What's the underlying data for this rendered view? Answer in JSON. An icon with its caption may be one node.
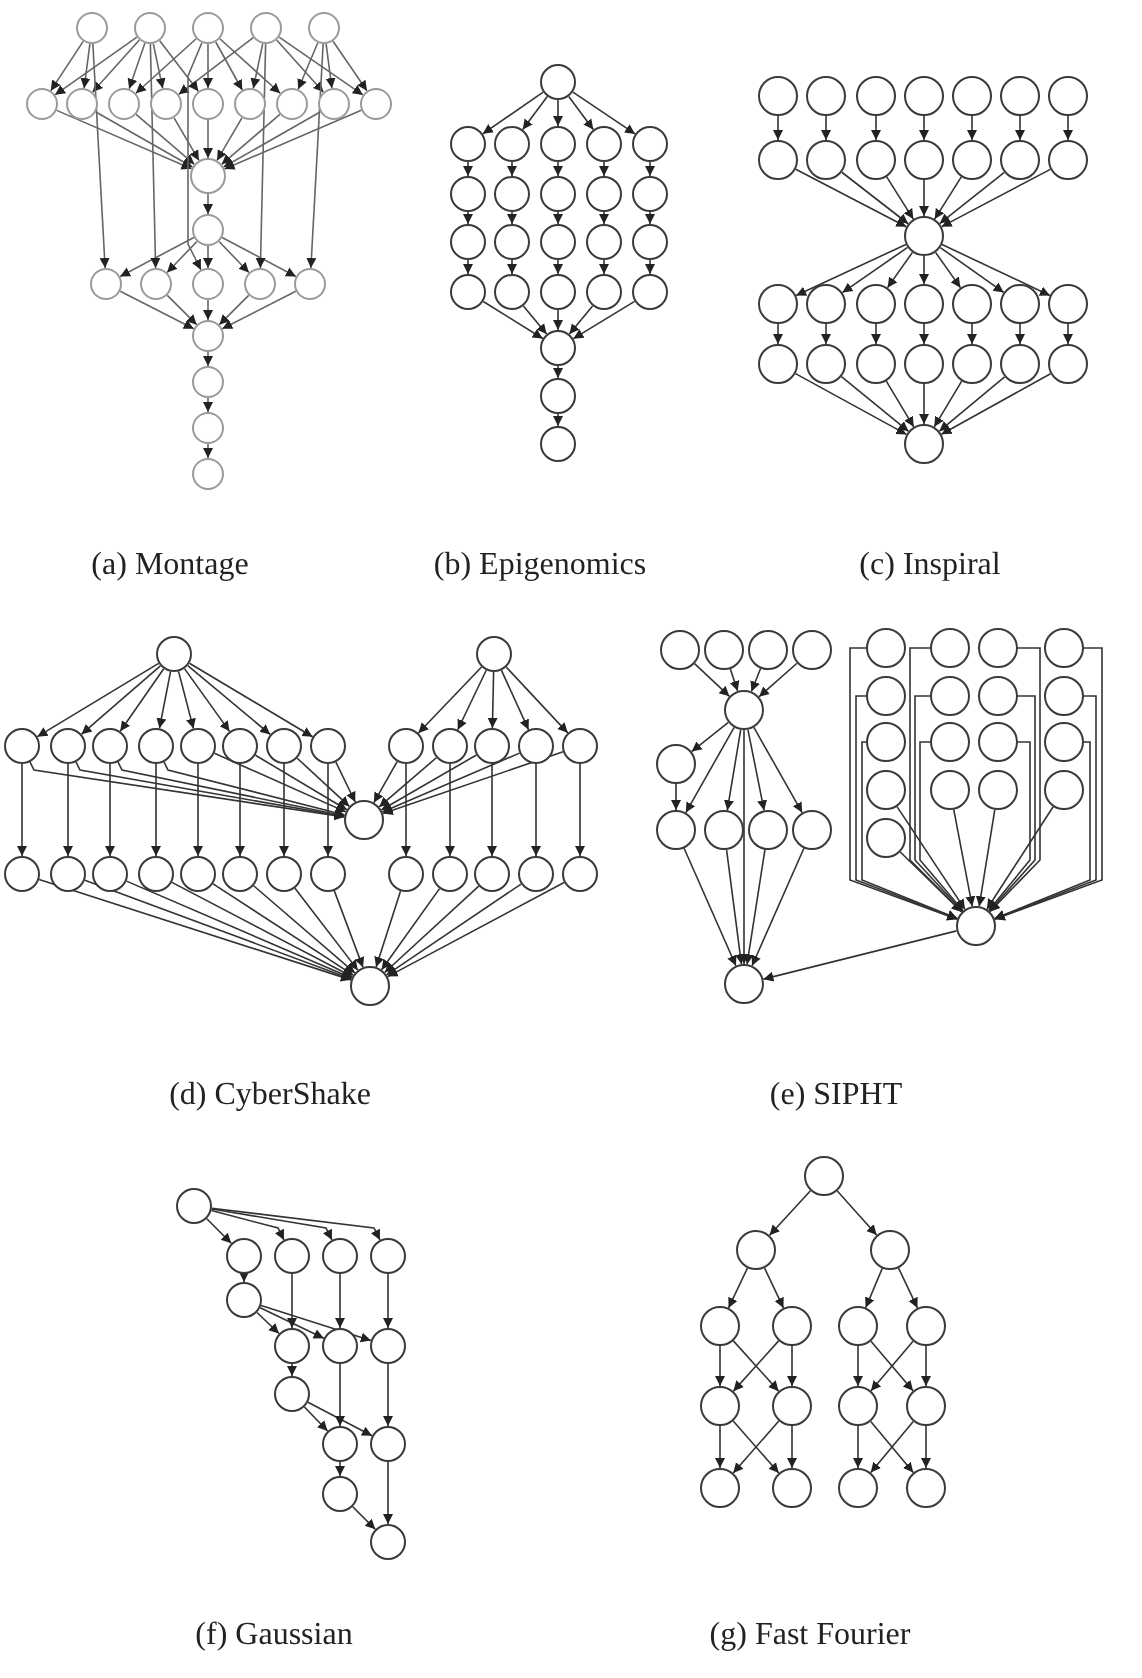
{
  "diagram": {
    "nodes": [
      {
        "text": [],
        "shape": "circle"
      },
      {
        "text": [],
        "shape": "circle"
      },
      {
        "text": [],
        "shape": "circle"
      },
      {
        "text": [],
        "shape": "circle"
      },
      {
        "text": [],
        "shape": "circle"
      },
      {
        "text": [],
        "shape": "circle"
      },
      {
        "text": [],
        "shape": "circle"
      },
      {
        "text": [],
        "shape": "circle"
      },
      {
        "text": [],
        "shape": "circle"
      },
      {
        "text": [],
        "shape": "circle"
      },
      {
        "text": [],
        "shape": "circle"
      },
      {
        "text": [],
        "shape": "circle"
      },
      {
        "text": [],
        "shape": "circle"
      },
      {
        "text": [],
        "shape": "circle"
      },
      {
        "text": [],
        "shape": "circle"
      },
      {
        "text": [],
        "shape": "circle"
      },
      {
        "text": [],
        "shape": "circle"
      },
      {
        "text": [],
        "shape": "circle"
      },
      {
        "text": [],
        "shape": "circle"
      },
      {
        "text": [],
        "shape": "circle"
      },
      {
        "text": [],
        "shape": "circle"
      },
      {
        "text": [],
        "shape": "circle"
      },
      {
        "text": [],
        "shape": "circle"
      },
      {
        "text": [],
        "shape": "circle"
      },
      {
        "text": [],
        "shape": "circle"
      },
      {
        "text": [],
        "shape": "circle"
      },
      {
        "text": [],
        "shape": "circle"
      },
      {
        "text": [],
        "shape": "circle"
      },
      {
        "text": [],
        "shape": "circle"
      },
      {
        "text": [],
        "shape": "circle"
      },
      {
        "text": [],
        "shape": "circle"
      },
      {
        "text": [],
        "shape": "circle"
      },
      {
        "text": [],
        "shape": "circle"
      },
      {
        "text": [],
        "shape": "circle"
      },
      {
        "text": [],
        "shape": "circle"
      },
      {
        "text": [],
        "shape": "circle"
      },
      {
        "text": [],
        "shape": "circle"
      },
      {
        "text": [],
        "shape": "circle"
      },
      {
        "text": [],
        "shape": "circle"
      },
      {
        "text": [],
        "shape": "circle"
      },
      {
        "text": [],
        "shape": "circle"
      },
      {
        "text": [],
        "shape": "circle"
      },
      {
        "text": [],
        "shape": "circle"
      },
      {
        "text": [],
        "shape": "circle"
      },
      {
        "text": [],
        "shape": "circle"
      },
      {
        "text": [],
        "shape": "circle"
      },
      {
        "text": [],
        "shape": "circle"
      },
      {
        "text": [],
        "shape": "circle"
      },
      {
        "text": [],
        "shape": "circle"
      },
      {
        "text": [],
        "shape": "circle"
      },
      {
        "text": [],
        "shape": "circle"
      },
      {
        "text": [],
        "shape": "circle"
      },
      {
        "text": [],
        "shape": "circle"
      },
      {
        "text": [],
        "shape": "circle"
      },
      {
        "text": [],
        "shape": "circle"
      },
      {
        "text": [],
        "shape": "circle"
      },
      {
        "text": [],
        "shape": "circle"
      },
      {
        "text": [],
        "shape": "circle"
      },
      {
        "text": [],
        "shape": "circle"
      },
      {
        "text": [],
        "shape": "circle"
      },
      {
        "text": [],
        "shape": "circle"
      },
      {
        "text": [],
        "shape": "circle"
      },
      {
        "text": [],
        "shape": "circle"
      },
      {
        "text": [],
        "shape": "circle"
      },
      {
        "text": [],
        "shape": "circle"
      },
      {
        "text": [],
        "shape": "circle"
      },
      {
        "text": [],
        "shape": "circle"
      },
      {
        "text": [],
        "shape": "circle"
      },
      {
        "text": [],
        "shape": "circle"
      },
      {
        "text": [],
        "shape": "circle"
      },
      {
        "text": [],
        "shape": "circle"
      },
      {
        "text": [],
        "shape": "circle"
      },
      {
        "text": [],
        "shape": "circle"
      },
      {
        "text": [],
        "shape": "circle"
      },
      {
        "text": [],
        "shape": "circle"
      },
      {
        "text": [],
        "shape": "circle"
      },
      {
        "text": [],
        "shape": "circle"
      },
      {
        "text": [],
        "shape": "circle"
      },
      {
        "text": [],
        "shape": "circle"
      },
      {
        "text": [],
        "shape": "circle"
      },
      {
        "text": [],
        "shape": "circle"
      },
      {
        "text": [],
        "shape": "circle"
      },
      {
        "text": [],
        "shape": "circle"
      },
      {
        "text": [],
        "shape": "circle"
      },
      {
        "text": [],
        "shape": "circle"
      },
      {
        "text": [],
        "shape": "circle"
      },
      {
        "text": [],
        "shape": "circle"
      },
      {
        "text": [],
        "shape": "circle"
      },
      {
        "text": [],
        "shape": "circle"
      },
      {
        "text": [],
        "shape": "circle"
      },
      {
        "text": [],
        "shape": "circle"
      },
      {
        "text": [],
        "shape": "circle"
      },
      {
        "text": [],
        "shape": "circle"
      },
      {
        "text": [],
        "shape": "circle"
      },
      {
        "text": [],
        "shape": "circle"
      },
      {
        "text": [],
        "shape": "circle"
      },
      {
        "text": [],
        "shape": "circle"
      },
      {
        "text": [],
        "shape": "circle"
      },
      {
        "text": [],
        "shape": "circle"
      },
      {
        "text": [],
        "shape": "circle"
      },
      {
        "text": [],
        "shape": "circle"
      },
      {
        "text": [],
        "shape": "circle"
      },
      {
        "text": [],
        "shape": "circle"
      },
      {
        "text": [],
        "shape": "circle"
      },
      {
        "text": [],
        "shape": "circle"
      },
      {
        "text": [],
        "shape": "circle"
      },
      {
        "text": [],
        "shape": "circle"
      },
      {
        "text": [],
        "shape": "circle"
      },
      {
        "text": [],
        "shape": "circle"
      },
      {
        "text": [],
        "shape": "circle"
      },
      {
        "text": [],
        "shape": "circle"
      },
      {
        "text": [],
        "shape": "circle"
      },
      {
        "text": [],
        "shape": "circle"
      },
      {
        "text": [],
        "shape": "circle"
      },
      {
        "text": [],
        "shape": "circle"
      },
      {
        "text": [],
        "shape": "circle"
      },
      {
        "text": [],
        "shape": "circle"
      },
      {
        "text": [],
        "shape": "circle"
      },
      {
        "text": [],
        "shape": "circle"
      },
      {
        "text": [],
        "shape": "circle"
      },
      {
        "text": [],
        "shape": "circle"
      },
      {
        "text": [],
        "shape": "circle"
      },
      {
        "text": [],
        "shape": "circle"
      },
      {
        "text": [],
        "shape": "circle"
      },
      {
        "text": [],
        "shape": "circle"
      },
      {
        "text": [],
        "shape": "circle"
      },
      {
        "text": [],
        "shape": "circle"
      },
      {
        "text": [],
        "shape": "circle"
      },
      {
        "text": [],
        "shape": "circle"
      },
      {
        "text": [],
        "shape": "circle"
      },
      {
        "text": [],
        "shape": "circle"
      },
      {
        "text": [],
        "shape": "circle"
      },
      {
        "text": [],
        "shape": "circle"
      },
      {
        "text": [],
        "shape": "circle"
      },
      {
        "text": [],
        "shape": "circle"
      },
      {
        "text": [],
        "shape": "circle"
      },
      {
        "text": [],
        "shape": "circle"
      },
      {
        "text": [],
        "shape": "circle"
      },
      {
        "text": [],
        "shape": "circle"
      },
      {
        "text": [],
        "shape": "circle"
      },
      {
        "text": [],
        "shape": "circle"
      },
      {
        "text": [],
        "shape": "circle"
      },
      {
        "text": [],
        "shape": "circle"
      },
      {
        "text": [],
        "shape": "circle"
      },
      {
        "text": [],
        "shape": "circle"
      },
      {
        "text": [],
        "shape": "circle"
      },
      {
        "text": [],
        "shape": "circle"
      },
      {
        "text": [],
        "shape": "circle"
      },
      {
        "text": [],
        "shape": "circle"
      },
      {
        "text": [],
        "shape": "circle"
      },
      {
        "text": [],
        "shape": "circle"
      },
      {
        "text": [],
        "shape": "circle"
      },
      {
        "text": [],
        "shape": "circle"
      },
      {
        "text": [],
        "shape": "circle"
      },
      {
        "text": [],
        "shape": "circle"
      },
      {
        "text": [],
        "shape": "circle"
      },
      {
        "text": [],
        "shape": "circle"
      },
      {
        "text": [],
        "shape": "circle"
      },
      {
        "text": [],
        "shape": "circle"
      },
      {
        "text": [],
        "shape": "circle"
      },
      {
        "text": [],
        "shape": "circle"
      },
      {
        "text": [],
        "shape": "circle"
      },
      {
        "text": [],
        "shape": "circle"
      },
      {
        "text": [],
        "shape": "circle"
      },
      {
        "text": [],
        "shape": "circle"
      },
      {
        "text": [],
        "shape": "circle"
      },
      {
        "text": [],
        "shape": "circle"
      }
    ],
    "edges": [
      {
        "from": 0,
        "to": 5,
        "arrow": "to"
      },
      {
        "from": 1,
        "to": 5,
        "arrow": "to"
      },
      {
        "from": 0,
        "to": 6,
        "arrow": "to"
      },
      {
        "from": 1,
        "to": 6,
        "arrow": "to"
      },
      {
        "from": 1,
        "to": 7,
        "arrow": "to"
      },
      {
        "from": 2,
        "to": 7,
        "arrow": "to"
      },
      {
        "from": 1,
        "to": 8,
        "arrow": "to"
      },
      {
        "from": 3,
        "to": 8,
        "arrow": "to"
      },
      {
        "from": 1,
        "to": 9,
        "arrow": "to"
      },
      {
        "from": 2,
        "to": 9,
        "arrow": "to"
      },
      {
        "from": 2,
        "to": 10,
        "arrow": "to"
      },
      {
        "from": 3,
        "to": 10,
        "arrow": "to"
      },
      {
        "from": 2,
        "to": 11,
        "arrow": "to"
      },
      {
        "from": 4,
        "to": 11,
        "arrow": "to"
      },
      {
        "from": 3,
        "to": 12,
        "arrow": "to"
      },
      {
        "from": 4,
        "to": 12,
        "arrow": "to"
      },
      {
        "from": 3,
        "to": 13,
        "arrow": "to"
      },
      {
        "from": 4,
        "to": 13,
        "arrow": "to"
      },
      {
        "from": 5,
        "to": 14,
        "arrow": "to"
      },
      {
        "from": 6,
        "to": 14,
        "arrow": "to"
      },
      {
        "from": 7,
        "to": 14,
        "arrow": "to"
      },
      {
        "from": 8,
        "to": 14,
        "arrow": "to"
      },
      {
        "from": 9,
        "to": 14,
        "arrow": "to"
      },
      {
        "from": 10,
        "to": 14,
        "arrow": "to"
      },
      {
        "from": 11,
        "to": 14,
        "arrow": "to"
      },
      {
        "from": 12,
        "to": 14,
        "arrow": "to"
      },
      {
        "from": 13,
        "to": 14,
        "arrow": "to"
      },
      {
        "from": 14,
        "to": 15,
        "arrow": "to"
      },
      {
        "from": 15,
        "to": 16,
        "arrow": "to"
      },
      {
        "from": 15,
        "to": 17,
        "arrow": "to"
      },
      {
        "from": 15,
        "to": 18,
        "arrow": "to"
      },
      {
        "from": 15,
        "to": 19,
        "arrow": "to"
      },
      {
        "from": 15,
        "to": 20,
        "arrow": "to"
      },
      {
        "from": 0,
        "to": 16,
        "arrow": "to"
      },
      {
        "from": 1,
        "to": 17,
        "arrow": "to"
      },
      {
        "from": 2,
        "to": 18,
        "arrow": "to"
      },
      {
        "from": 3,
        "to": 19,
        "arrow": "to"
      },
      {
        "from": 4,
        "to": 20,
        "arrow": "to"
      },
      {
        "from": 16,
        "to": 21,
        "arrow": "to"
      },
      {
        "from": 17,
        "to": 21,
        "arrow": "to"
      },
      {
        "from": 18,
        "to": 21,
        "arrow": "to"
      },
      {
        "from": 19,
        "to": 21,
        "arrow": "to"
      },
      {
        "from": 20,
        "to": 21,
        "arrow": "to"
      },
      {
        "from": 21,
        "to": 22,
        "arrow": "to"
      },
      {
        "from": 22,
        "to": 23,
        "arrow": "to"
      },
      {
        "from": 23,
        "to": 24,
        "arrow": "to"
      },
      {
        "from": 25,
        "to": 26,
        "arrow": "to"
      },
      {
        "from": 25,
        "to": 27,
        "arrow": "to"
      },
      {
        "from": 25,
        "to": 28,
        "arrow": "to"
      },
      {
        "from": 25,
        "to": 29,
        "arrow": "to"
      },
      {
        "from": 25,
        "to": 30,
        "arrow": "to"
      },
      {
        "from": 26,
        "to": 31,
        "arrow": "to"
      },
      {
        "from": 27,
        "to": 32,
        "arrow": "to"
      },
      {
        "from": 28,
        "to": 33,
        "arrow": "to"
      },
      {
        "from": 29,
        "to": 34,
        "arrow": "to"
      },
      {
        "from": 30,
        "to": 35,
        "arrow": "to"
      },
      {
        "from": 31,
        "to": 36,
        "arrow": "to"
      },
      {
        "from": 32,
        "to": 37,
        "arrow": "to"
      },
      {
        "from": 33,
        "to": 38,
        "arrow": "to"
      },
      {
        "from": 34,
        "to": 39,
        "arrow": "to"
      },
      {
        "from": 35,
        "to": 40,
        "arrow": "to"
      },
      {
        "from": 36,
        "to": 41,
        "arrow": "to"
      },
      {
        "from": 37,
        "to": 42,
        "arrow": "to"
      },
      {
        "from": 38,
        "to": 43,
        "arrow": "to"
      },
      {
        "from": 39,
        "to": 44,
        "arrow": "to"
      },
      {
        "from": 40,
        "to": 45,
        "arrow": "to"
      },
      {
        "from": 41,
        "to": 46,
        "arrow": "to"
      },
      {
        "from": 42,
        "to": 46,
        "arrow": "to"
      },
      {
        "from": 43,
        "to": 46,
        "arrow": "to"
      },
      {
        "from": 44,
        "to": 46,
        "arrow": "to"
      },
      {
        "from": 45,
        "to": 46,
        "arrow": "to"
      },
      {
        "from": 46,
        "to": 47,
        "arrow": "to"
      },
      {
        "from": 47,
        "to": 48,
        "arrow": "to"
      },
      {
        "from": 49,
        "to": 56,
        "arrow": "to"
      },
      {
        "from": 50,
        "to": 57,
        "arrow": "to"
      },
      {
        "from": 51,
        "to": 58,
        "arrow": "to"
      },
      {
        "from": 52,
        "to": 59,
        "arrow": "to"
      },
      {
        "from": 53,
        "to": 60,
        "arrow": "to"
      },
      {
        "from": 54,
        "to": 61,
        "arrow": "to"
      },
      {
        "from": 55,
        "to": 62,
        "arrow": "to"
      },
      {
        "from": 56,
        "to": 63,
        "arrow": "to"
      },
      {
        "from": 57,
        "to": 63,
        "arrow": "to"
      },
      {
        "from": 58,
        "to": 63,
        "arrow": "to"
      },
      {
        "from": 59,
        "to": 63,
        "arrow": "to"
      },
      {
        "from": 60,
        "to": 63,
        "arrow": "to"
      },
      {
        "from": 61,
        "to": 63,
        "arrow": "to"
      },
      {
        "from": 62,
        "to": 63,
        "arrow": "to"
      },
      {
        "from": 63,
        "to": 64,
        "arrow": "to"
      },
      {
        "from": 63,
        "to": 65,
        "arrow": "to"
      },
      {
        "from": 63,
        "to": 66,
        "arrow": "to"
      },
      {
        "from": 63,
        "to": 67,
        "arrow": "to"
      },
      {
        "from": 63,
        "to": 68,
        "arrow": "to"
      },
      {
        "from": 63,
        "to": 69,
        "arrow": "to"
      },
      {
        "from": 63,
        "to": 70,
        "arrow": "to"
      },
      {
        "from": 64,
        "to": 71,
        "arrow": "to"
      },
      {
        "from": 65,
        "to": 72,
        "arrow": "to"
      },
      {
        "from": 66,
        "to": 73,
        "arrow": "to"
      },
      {
        "from": 67,
        "to": 74,
        "arrow": "to"
      },
      {
        "from": 68,
        "to": 75,
        "arrow": "to"
      },
      {
        "from": 69,
        "to": 76,
        "arrow": "to"
      },
      {
        "from": 70,
        "to": 77,
        "arrow": "to"
      },
      {
        "from": 71,
        "to": 78,
        "arrow": "to"
      },
      {
        "from": 72,
        "to": 78,
        "arrow": "to"
      },
      {
        "from": 73,
        "to": 78,
        "arrow": "to"
      },
      {
        "from": 74,
        "to": 78,
        "arrow": "to"
      },
      {
        "from": 75,
        "to": 78,
        "arrow": "to"
      },
      {
        "from": 76,
        "to": 78,
        "arrow": "to"
      },
      {
        "from": 77,
        "to": 78,
        "arrow": "to"
      },
      {
        "from": 79,
        "to": 81,
        "arrow": "to"
      },
      {
        "from": 79,
        "to": 82,
        "arrow": "to"
      },
      {
        "from": 79,
        "to": 83,
        "arrow": "to"
      },
      {
        "from": 79,
        "to": 84,
        "arrow": "to"
      },
      {
        "from": 79,
        "to": 85,
        "arrow": "to"
      },
      {
        "from": 79,
        "to": 86,
        "arrow": "to"
      },
      {
        "from": 79,
        "to": 87,
        "arrow": "to"
      },
      {
        "from": 79,
        "to": 88,
        "arrow": "to"
      },
      {
        "from": 80,
        "to": 89,
        "arrow": "to"
      },
      {
        "from": 80,
        "to": 90,
        "arrow": "to"
      },
      {
        "from": 80,
        "to": 91,
        "arrow": "to"
      },
      {
        "from": 80,
        "to": 92,
        "arrow": "to"
      },
      {
        "from": 80,
        "to": 93,
        "arrow": "to"
      },
      {
        "from": 81,
        "to": 94,
        "arrow": "to"
      },
      {
        "from": 82,
        "to": 94,
        "arrow": "to"
      },
      {
        "from": 83,
        "to": 94,
        "arrow": "to"
      },
      {
        "from": 84,
        "to": 94,
        "arrow": "to"
      },
      {
        "from": 85,
        "to": 94,
        "arrow": "to"
      },
      {
        "from": 86,
        "to": 94,
        "arrow": "to"
      },
      {
        "from": 87,
        "to": 94,
        "arrow": "to"
      },
      {
        "from": 88,
        "to": 94,
        "arrow": "to"
      },
      {
        "from": 89,
        "to": 94,
        "arrow": "to"
      },
      {
        "from": 90,
        "to": 94,
        "arrow": "to"
      },
      {
        "from": 91,
        "to": 94,
        "arrow": "to"
      },
      {
        "from": 92,
        "to": 94,
        "arrow": "to"
      },
      {
        "from": 93,
        "to": 94,
        "arrow": "to"
      },
      {
        "from": 81,
        "to": 95,
        "arrow": "to"
      },
      {
        "from": 82,
        "to": 96,
        "arrow": "to"
      },
      {
        "from": 83,
        "to": 97,
        "arrow": "to"
      },
      {
        "from": 84,
        "to": 98,
        "arrow": "to"
      },
      {
        "from": 85,
        "to": 99,
        "arrow": "to"
      },
      {
        "from": 86,
        "to": 100,
        "arrow": "to"
      },
      {
        "from": 87,
        "to": 101,
        "arrow": "to"
      },
      {
        "from": 88,
        "to": 102,
        "arrow": "to"
      },
      {
        "from": 89,
        "to": 103,
        "arrow": "to"
      },
      {
        "from": 90,
        "to": 104,
        "arrow": "to"
      },
      {
        "from": 91,
        "to": 105,
        "arrow": "to"
      },
      {
        "from": 92,
        "to": 106,
        "arrow": "to"
      },
      {
        "from": 93,
        "to": 107,
        "arrow": "to"
      },
      {
        "from": 95,
        "to": 108,
        "arrow": "to"
      },
      {
        "from": 96,
        "to": 108,
        "arrow": "to"
      },
      {
        "from": 97,
        "to": 108,
        "arrow": "to"
      },
      {
        "from": 98,
        "to": 108,
        "arrow": "to"
      },
      {
        "from": 99,
        "to": 108,
        "arrow": "to"
      },
      {
        "from": 100,
        "to": 108,
        "arrow": "to"
      },
      {
        "from": 101,
        "to": 108,
        "arrow": "to"
      },
      {
        "from": 102,
        "to": 108,
        "arrow": "to"
      },
      {
        "from": 103,
        "to": 108,
        "arrow": "to"
      },
      {
        "from": 104,
        "to": 108,
        "arrow": "to"
      },
      {
        "from": 105,
        "to": 108,
        "arrow": "to"
      },
      {
        "from": 106,
        "to": 108,
        "arrow": "to"
      },
      {
        "from": 107,
        "to": 108,
        "arrow": "to"
      },
      {
        "from": 109,
        "to": 113,
        "arrow": "to"
      },
      {
        "from": 110,
        "to": 113,
        "arrow": "to"
      },
      {
        "from": 111,
        "to": 113,
        "arrow": "to"
      },
      {
        "from": 112,
        "to": 113,
        "arrow": "to"
      },
      {
        "from": 113,
        "to": 114,
        "arrow": "to"
      },
      {
        "from": 114,
        "to": 115,
        "arrow": "to"
      },
      {
        "from": 113,
        "to": 115,
        "arrow": "to"
      },
      {
        "from": 113,
        "to": 116,
        "arrow": "to"
      },
      {
        "from": 113,
        "to": 117,
        "arrow": "to"
      },
      {
        "from": 113,
        "to": 118,
        "arrow": "to"
      },
      {
        "from": 113,
        "to": 119,
        "arrow": "to"
      },
      {
        "from": 115,
        "to": 119,
        "arrow": "to"
      },
      {
        "from": 116,
        "to": 119,
        "arrow": "to"
      },
      {
        "from": 117,
        "to": 119,
        "arrow": "to"
      },
      {
        "from": 118,
        "to": 119,
        "arrow": "to"
      },
      {
        "from": 120,
        "to": 137,
        "arrow": "to"
      },
      {
        "from": 121,
        "to": 137,
        "arrow": "to"
      },
      {
        "from": 122,
        "to": 137,
        "arrow": "to"
      },
      {
        "from": 123,
        "to": 137,
        "arrow": "to"
      },
      {
        "from": 124,
        "to": 137,
        "arrow": "to"
      },
      {
        "from": 125,
        "to": 137,
        "arrow": "to"
      },
      {
        "from": 126,
        "to": 137,
        "arrow": "to"
      },
      {
        "from": 127,
        "to": 137,
        "arrow": "to"
      },
      {
        "from": 128,
        "to": 137,
        "arrow": "to"
      },
      {
        "from": 129,
        "to": 137,
        "arrow": "to"
      },
      {
        "from": 130,
        "to": 137,
        "arrow": "to"
      },
      {
        "from": 131,
        "to": 137,
        "arrow": "to"
      },
      {
        "from": 132,
        "to": 137,
        "arrow": "to"
      },
      {
        "from": 133,
        "to": 137,
        "arrow": "to"
      },
      {
        "from": 134,
        "to": 137,
        "arrow": "to"
      },
      {
        "from": 135,
        "to": 137,
        "arrow": "to"
      },
      {
        "from": 136,
        "to": 137,
        "arrow": "to"
      },
      {
        "from": 137,
        "to": 119,
        "arrow": "to"
      },
      {
        "from": 138,
        "to": 139,
        "arrow": "to"
      },
      {
        "from": 138,
        "to": 140,
        "arrow": "to"
      },
      {
        "from": 138,
        "to": 141,
        "arrow": "to"
      },
      {
        "from": 138,
        "to": 142,
        "arrow": "to"
      },
      {
        "from": 139,
        "to": 143,
        "arrow": "to"
      },
      {
        "from": 143,
        "to": 144,
        "arrow": "to"
      },
      {
        "from": 143,
        "to": 145,
        "arrow": "to"
      },
      {
        "from": 143,
        "to": 146,
        "arrow": "to"
      },
      {
        "from": 140,
        "to": 144,
        "arrow": "to"
      },
      {
        "from": 141,
        "to": 145,
        "arrow": "to"
      },
      {
        "from": 142,
        "to": 146,
        "arrow": "to"
      },
      {
        "from": 144,
        "to": 147,
        "arrow": "to"
      },
      {
        "from": 147,
        "to": 148,
        "arrow": "to"
      },
      {
        "from": 147,
        "to": 149,
        "arrow": "to"
      },
      {
        "from": 145,
        "to": 148,
        "arrow": "to"
      },
      {
        "from": 146,
        "to": 149,
        "arrow": "to"
      },
      {
        "from": 148,
        "to": 150,
        "arrow": "to"
      },
      {
        "from": 150,
        "to": 151,
        "arrow": "to"
      },
      {
        "from": 149,
        "to": 151,
        "arrow": "to"
      },
      {
        "from": 152,
        "to": 153,
        "arrow": "to"
      },
      {
        "from": 152,
        "to": 154,
        "arrow": "to"
      },
      {
        "from": 153,
        "to": 155,
        "arrow": "to"
      },
      {
        "from": 153,
        "to": 156,
        "arrow": "to"
      },
      {
        "from": 154,
        "to": 157,
        "arrow": "to"
      },
      {
        "from": 154,
        "to": 158,
        "arrow": "to"
      },
      {
        "from": 155,
        "to": 159,
        "arrow": "to"
      },
      {
        "from": 155,
        "to": 160,
        "arrow": "to"
      },
      {
        "from": 156,
        "to": 159,
        "arrow": "to"
      },
      {
        "from": 156,
        "to": 160,
        "arrow": "to"
      },
      {
        "from": 157,
        "to": 161,
        "arrow": "to"
      },
      {
        "from": 157,
        "to": 162,
        "arrow": "to"
      },
      {
        "from": 158,
        "to": 161,
        "arrow": "to"
      },
      {
        "from": 158,
        "to": 162,
        "arrow": "to"
      },
      {
        "from": 159,
        "to": 163,
        "arrow": "to"
      },
      {
        "from": 159,
        "to": 164,
        "arrow": "to"
      },
      {
        "from": 160,
        "to": 163,
        "arrow": "to"
      },
      {
        "from": 160,
        "to": 164,
        "arrow": "to"
      },
      {
        "from": 161,
        "to": 165,
        "arrow": "to"
      },
      {
        "from": 161,
        "to": 166,
        "arrow": "to"
      },
      {
        "from": 162,
        "to": 165,
        "arrow": "to"
      },
      {
        "from": 162,
        "to": 166,
        "arrow": "to"
      }
    ],
    "labels": [
      "(a) Montage",
      "(b) Epigenomics",
      "(c) Inspiral",
      "(d) CyberShake",
      "(e) SIPHT",
      "(f) Gaussian",
      "(g) Fast Fourier"
    ]
  }
}
